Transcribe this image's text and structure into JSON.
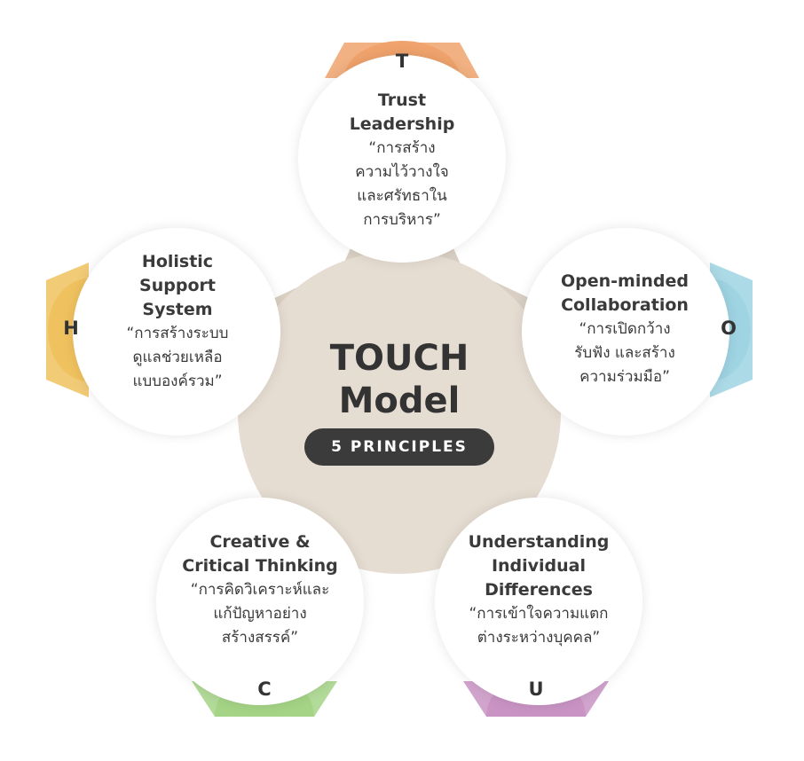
{
  "center": {
    "title_line1": "TOUCH",
    "title_line2": "Model",
    "badge": "5 PRINCIPLES"
  },
  "colors": {
    "hub": "#e6ddd2",
    "star": "#d9cfc3",
    "t": "#f0a36c",
    "o": "#9fd4e3",
    "u": "#c994c4",
    "c": "#a5d486",
    "h": "#f0c25f"
  },
  "principles": {
    "t": {
      "letter": "T",
      "title": [
        "Trust",
        "Leadership"
      ],
      "desc": [
        "“การสร้าง",
        "ความไว้วางใจ",
        "และศรัทธาใน",
        "การบริหาร”"
      ]
    },
    "o": {
      "letter": "O",
      "title": [
        "Open-minded",
        "Collaboration"
      ],
      "desc": [
        "“การเปิดกว้าง",
        "รับฟัง และสร้าง",
        "ความร่วมมือ”"
      ]
    },
    "u": {
      "letter": "U",
      "title": [
        "Understanding",
        "Individual",
        "Differences"
      ],
      "desc": [
        "“การเข้าใจความแตก",
        "ต่างระหว่างบุคคล”"
      ]
    },
    "c": {
      "letter": "C",
      "title": [
        "Creative &",
        "Critical Thinking"
      ],
      "desc": [
        "“การคิดวิเคราะห์และ",
        "แก้ปัญหาอย่าง",
        "สร้างสรรค์”"
      ]
    },
    "h": {
      "letter": "H",
      "title": [
        "Holistic",
        "Support",
        "System"
      ],
      "desc": [
        "“การสร้างระบบ",
        "ดูแลช่วยเหลือ",
        "แบบองค์รวม”"
      ]
    }
  }
}
